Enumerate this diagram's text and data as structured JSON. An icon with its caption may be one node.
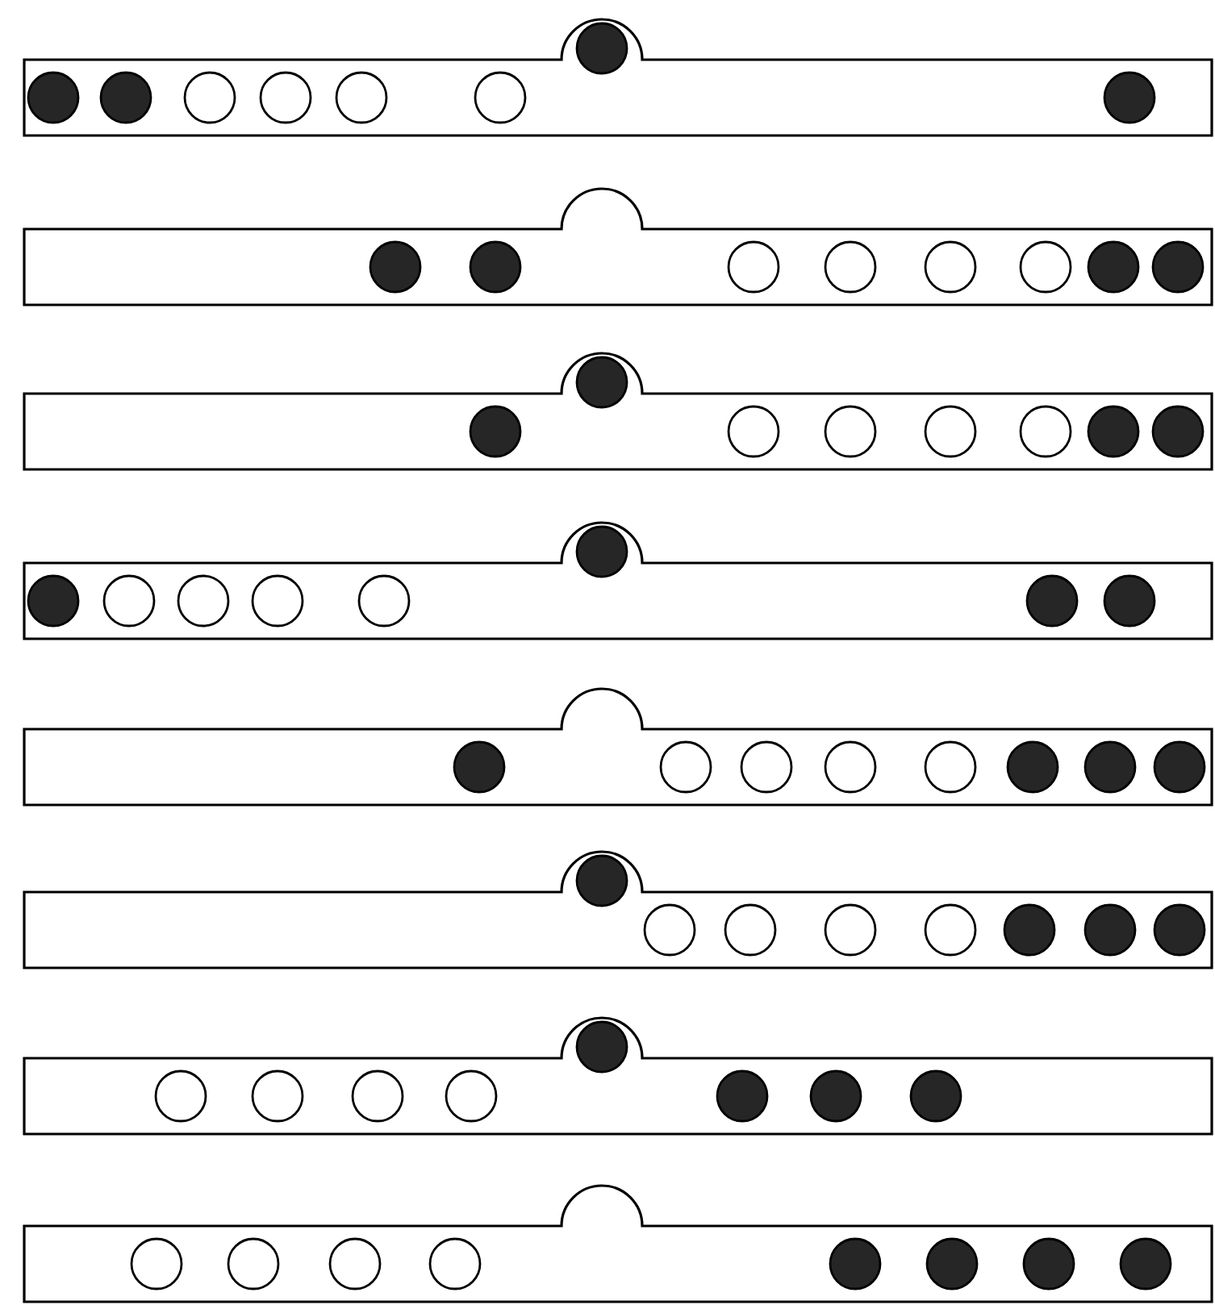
{
  "diagram": {
    "nodes": [
      {
        "text": [],
        "shape": "bar"
      },
      {
        "text": [],
        "shape": "disc",
        "in": 0
      },
      {
        "text": [],
        "shape": "disc",
        "in": 0
      },
      {
        "text": [],
        "shape": "circle",
        "in": 0
      },
      {
        "text": [],
        "shape": "circle",
        "in": 0
      },
      {
        "text": [],
        "shape": "circle",
        "in": 0
      },
      {
        "text": [],
        "shape": "circle",
        "in": 0
      },
      {
        "text": [],
        "shape": "disc",
        "in": 0
      },
      {
        "text": [],
        "shape": "disc",
        "in": 0
      },
      {
        "text": [],
        "shape": "bar"
      },
      {
        "text": [],
        "shape": "disc",
        "in": 9
      },
      {
        "text": [],
        "shape": "disc",
        "in": 9
      },
      {
        "text": [],
        "shape": "circle",
        "in": 9
      },
      {
        "text": [],
        "shape": "circle",
        "in": 9
      },
      {
        "text": [],
        "shape": "circle",
        "in": 9
      },
      {
        "text": [],
        "shape": "circle",
        "in": 9
      },
      {
        "text": [],
        "shape": "disc",
        "in": 9
      },
      {
        "text": [],
        "shape": "disc",
        "in": 9
      },
      {
        "text": [],
        "shape": "bar"
      },
      {
        "text": [],
        "shape": "disc",
        "in": 18
      },
      {
        "text": [],
        "shape": "disc",
        "in": 18
      },
      {
        "text": [],
        "shape": "circle",
        "in": 18
      },
      {
        "text": [],
        "shape": "circle",
        "in": 18
      },
      {
        "text": [],
        "shape": "circle",
        "in": 18
      },
      {
        "text": [],
        "shape": "circle",
        "in": 18
      },
      {
        "text": [],
        "shape": "disc",
        "in": 18
      },
      {
        "text": [],
        "shape": "disc",
        "in": 18
      },
      {
        "text": [],
        "shape": "bar"
      },
      {
        "text": [],
        "shape": "disc",
        "in": 27
      },
      {
        "text": [],
        "shape": "circle",
        "in": 27
      },
      {
        "text": [],
        "shape": "circle",
        "in": 27
      },
      {
        "text": [],
        "shape": "circle",
        "in": 27
      },
      {
        "text": [],
        "shape": "circle",
        "in": 27
      },
      {
        "text": [],
        "shape": "disc",
        "in": 27
      },
      {
        "text": [],
        "shape": "disc",
        "in": 27
      },
      {
        "text": [],
        "shape": "disc",
        "in": 27
      },
      {
        "text": [],
        "shape": "bar"
      },
      {
        "text": [],
        "shape": "disc",
        "in": 36
      },
      {
        "text": [],
        "shape": "circle",
        "in": 36
      },
      {
        "text": [],
        "shape": "circle",
        "in": 36
      },
      {
        "text": [],
        "shape": "circle",
        "in": 36
      },
      {
        "text": [],
        "shape": "circle",
        "in": 36
      },
      {
        "text": [],
        "shape": "disc",
        "in": 36
      },
      {
        "text": [],
        "shape": "disc",
        "in": 36
      },
      {
        "text": [],
        "shape": "disc",
        "in": 36
      },
      {
        "text": [],
        "shape": "bar"
      },
      {
        "text": [],
        "shape": "disc",
        "in": 45
      },
      {
        "text": [],
        "shape": "circle",
        "in": 45
      },
      {
        "text": [],
        "shape": "circle",
        "in": 45
      },
      {
        "text": [],
        "shape": "circle",
        "in": 45
      },
      {
        "text": [],
        "shape": "circle",
        "in": 45
      },
      {
        "text": [],
        "shape": "disc",
        "in": 45
      },
      {
        "text": [],
        "shape": "disc",
        "in": 45
      },
      {
        "text": [],
        "shape": "disc",
        "in": 45
      },
      {
        "text": [],
        "shape": "bar"
      },
      {
        "text": [],
        "shape": "circle",
        "in": 54
      },
      {
        "text": [],
        "shape": "circle",
        "in": 54
      },
      {
        "text": [],
        "shape": "circle",
        "in": 54
      },
      {
        "text": [],
        "shape": "circle",
        "in": 54
      },
      {
        "text": [],
        "shape": "disc",
        "in": 54
      },
      {
        "text": [],
        "shape": "disc",
        "in": 54
      },
      {
        "text": [],
        "shape": "disc",
        "in": 54
      },
      {
        "text": [],
        "shape": "disc",
        "in": 54
      },
      {
        "text": [],
        "shape": "bar"
      },
      {
        "text": [],
        "shape": "circle",
        "in": 63
      },
      {
        "text": [],
        "shape": "circle",
        "in": 63
      },
      {
        "text": [],
        "shape": "circle",
        "in": 63
      },
      {
        "text": [],
        "shape": "circle",
        "in": 63
      },
      {
        "text": [],
        "shape": "disc",
        "in": 63
      },
      {
        "text": [],
        "shape": "disc",
        "in": 63
      },
      {
        "text": [],
        "shape": "disc",
        "in": 63
      },
      {
        "text": [],
        "shape": "disc",
        "in": 63
      }
    ]
  }
}
